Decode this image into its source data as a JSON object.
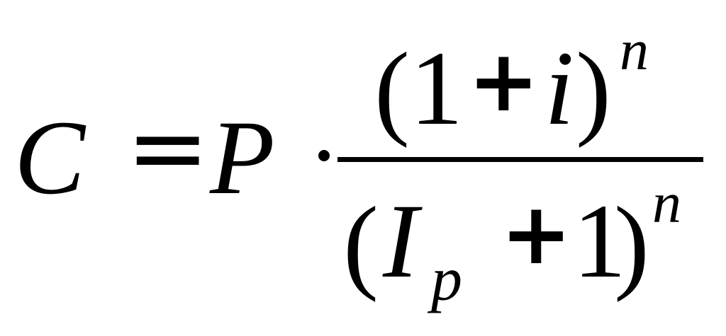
{
  "formula": {
    "lhs": "C",
    "equals": "=",
    "principal": "P",
    "numerator": {
      "open_paren": "(",
      "one": "1",
      "plus": "+",
      "rate": "i",
      "close_paren": ")",
      "exponent": "n"
    },
    "denominator": {
      "open_paren": "(",
      "base": "I",
      "subscript": "p",
      "plus": "+",
      "one": "1",
      "close_paren": ")",
      "exponent": "n"
    }
  }
}
